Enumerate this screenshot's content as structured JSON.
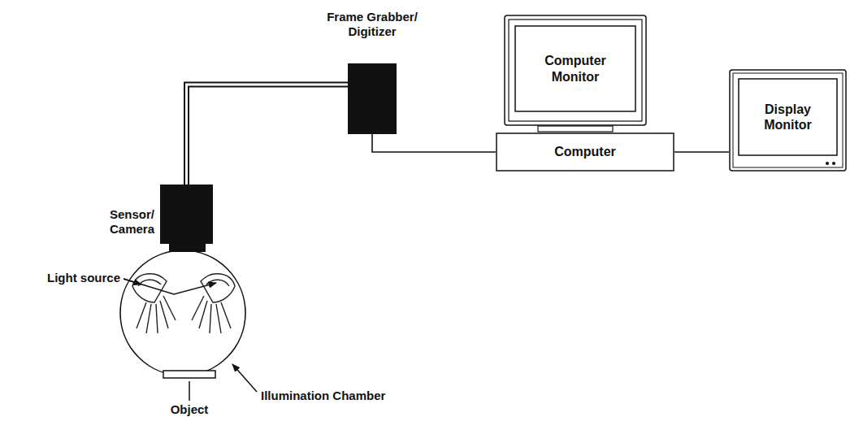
{
  "diagram": {
    "nodes": [
      {
        "text": [
          "Sensor/ Camera"
        ]
      },
      {
        "text": [
          "Frame Grabber/ Digitizer"
        ]
      },
      {
        "text": [
          "Computer Monitor"
        ]
      },
      {
        "text": [
          "Computer"
        ]
      },
      {
        "text": [
          "Display Monitor"
        ]
      },
      {
        "text": [
          "Illumination Chamber"
        ]
      },
      {
        "text": [
          "Object"
        ],
        "in": 5
      }
    ],
    "edges": [
      {
        "from": 0,
        "to": 1,
        "arrow": "none"
      },
      {
        "from": 1,
        "to": 3,
        "arrow": "none"
      },
      {
        "from": 3,
        "to": 4,
        "arrow": "none"
      }
    ],
    "labels": [
      "Light source"
    ]
  }
}
